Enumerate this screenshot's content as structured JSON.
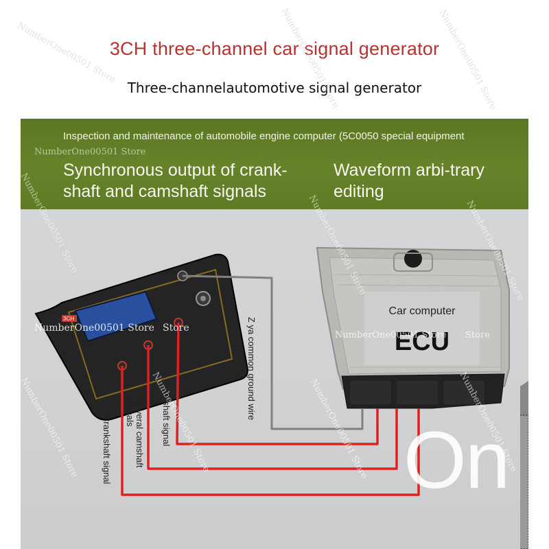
{
  "header": {
    "title": "3CH three-channel car signal generator",
    "subtitle": "Three-channelautomotive signal generator"
  },
  "banner": {
    "line_small": "Inspection and maintenance of automobile engine computer (5C0050 special equipment",
    "left_big": "Synchronous output of crank-shaft and camshaft signals",
    "right_big": "Waveform arbi-trary editing"
  },
  "diagram": {
    "ecu_caption": "Car computer",
    "ecu_big": "ECU",
    "device_badge": "3CH",
    "ground_wire_label": "Z ya common ground wire",
    "camshaft_label": "Camshaft signal",
    "several_camshaft_label": "Several camshaft signals",
    "crankshaft_label": "Crankshaft signal"
  },
  "watermarks": {
    "store_text": "NumberOne00501 Store",
    "store_short": "Store",
    "large_text": "On"
  },
  "colors": {
    "title_red": "#b8322e",
    "banner_green": "#5f7b24",
    "wire_red": "#e02020",
    "wire_gray": "#808080"
  }
}
